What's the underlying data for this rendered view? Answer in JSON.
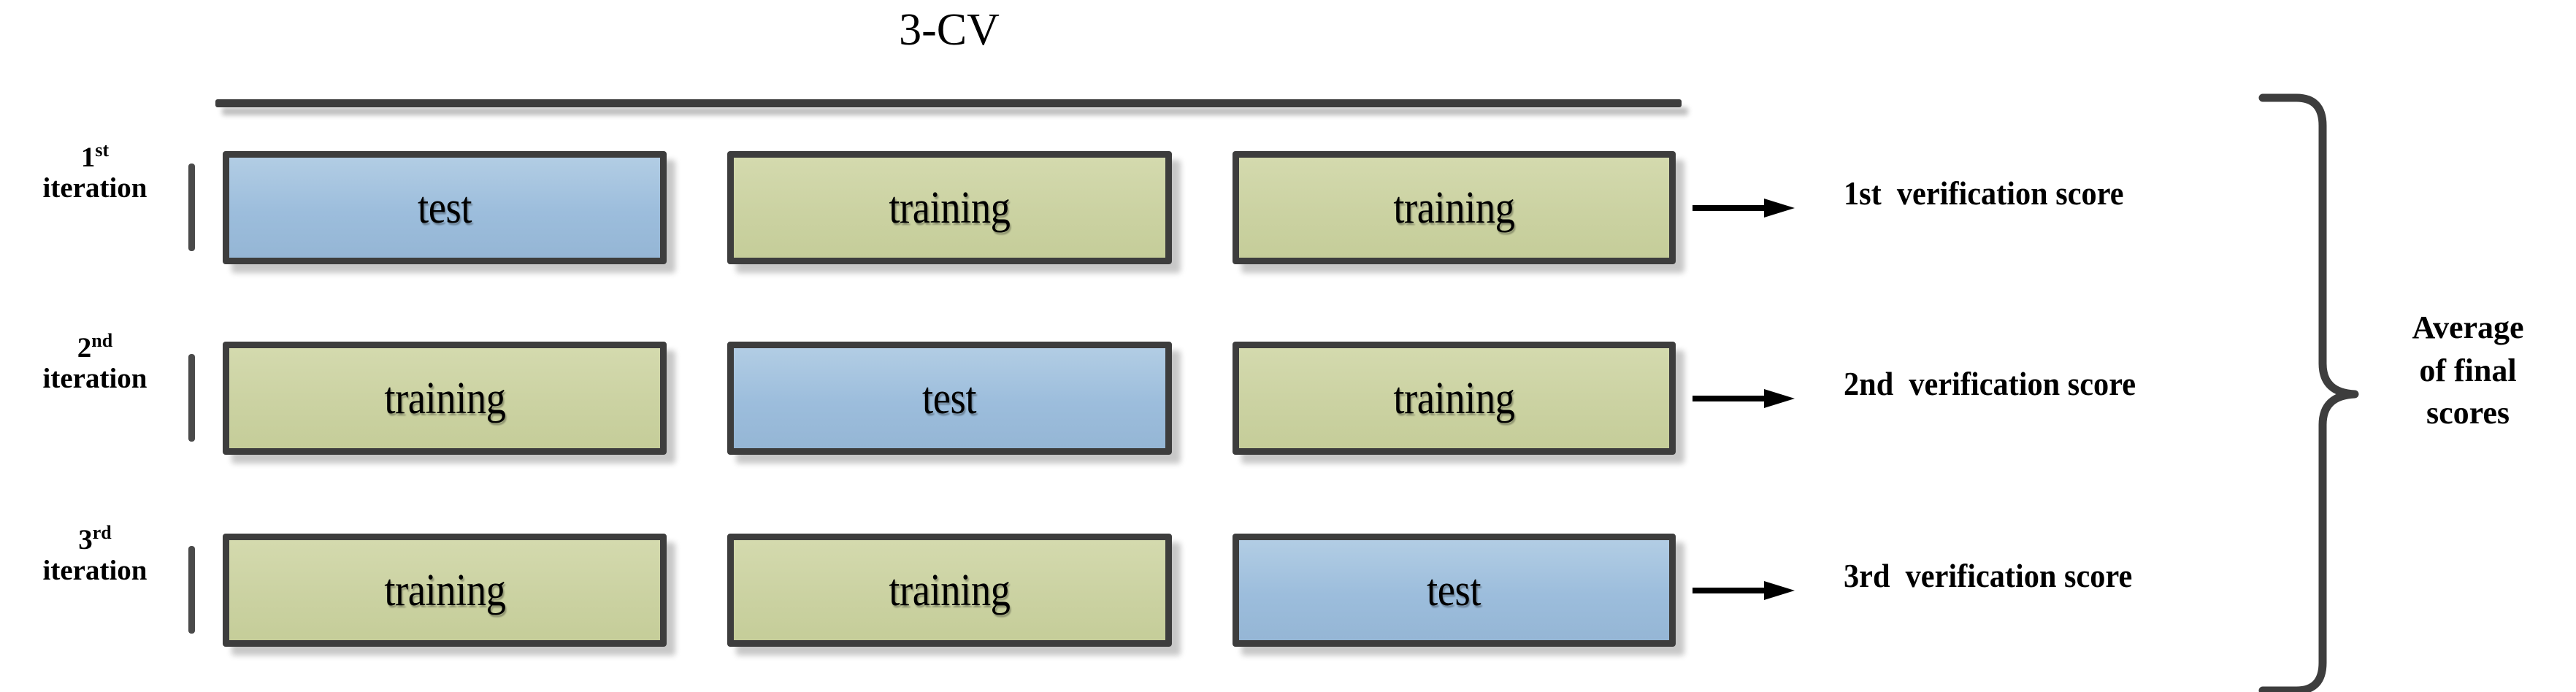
{
  "diagram": {
    "title": "3-CV",
    "type": "3-fold cross-validation schematic",
    "legend_colors": {
      "test_fill": "#9cbddc",
      "training_fill": "#cbd2a2",
      "border": "#3d3d3d",
      "text": "#000000",
      "background": "#ffffff"
    }
  },
  "rows": [
    {
      "iteration_number": "1",
      "iteration_ordinal": "st",
      "iteration_word": "iteration",
      "folds": [
        {
          "label": "test",
          "kind": "test"
        },
        {
          "label": "training",
          "kind": "training"
        },
        {
          "label": "training",
          "kind": "training"
        }
      ],
      "score_label": "1st  verification score"
    },
    {
      "iteration_number": "2",
      "iteration_ordinal": "nd",
      "iteration_word": "iteration",
      "folds": [
        {
          "label": "training",
          "kind": "training"
        },
        {
          "label": "test",
          "kind": "test"
        },
        {
          "label": "training",
          "kind": "training"
        }
      ],
      "score_label": "2nd  verification score"
    },
    {
      "iteration_number": "3",
      "iteration_ordinal": "rd",
      "iteration_word": "iteration",
      "folds": [
        {
          "label": "training",
          "kind": "training"
        },
        {
          "label": "training",
          "kind": "training"
        },
        {
          "label": "test",
          "kind": "test"
        }
      ],
      "score_label": "3rd  verification score"
    }
  ],
  "summary": {
    "line1": "Average",
    "line2": "of final",
    "line3": "scores"
  }
}
